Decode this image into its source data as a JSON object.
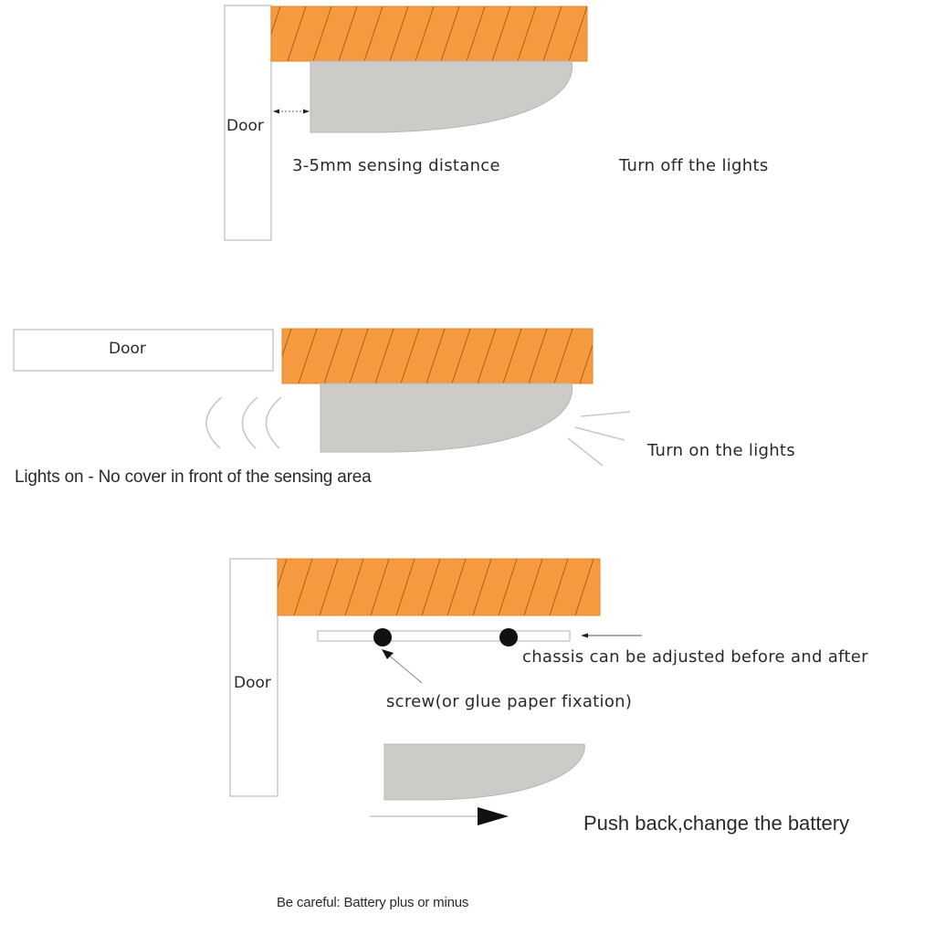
{
  "colors": {
    "cabinet_fill": "#f59a3f",
    "cabinet_hatch": "#a8621f",
    "sensor_fill": "#cdcbc8",
    "sensor_stroke": "#b9b6b2",
    "door_stroke": "#c8c8c8",
    "text": "#2a2a2a",
    "accent_lines": "#c4c4c4"
  },
  "diagrams": [
    {
      "id": "lights-off",
      "door_label": "Door",
      "measure_label": "3-5mm sensing distance",
      "state_label": "Turn off the lights"
    },
    {
      "id": "lights-on",
      "door_label": "Door",
      "state_label": "Turn on the lights",
      "caption": "Lights on - No cover in front of the sensing area"
    },
    {
      "id": "battery-change",
      "door_label": "Door",
      "chassis_label": "chassis can be adjusted before and after",
      "screw_label": "screw(or glue paper fixation)",
      "push_label": "Push back,change the battery",
      "warning": "Be careful: Battery plus or minus"
    }
  ]
}
